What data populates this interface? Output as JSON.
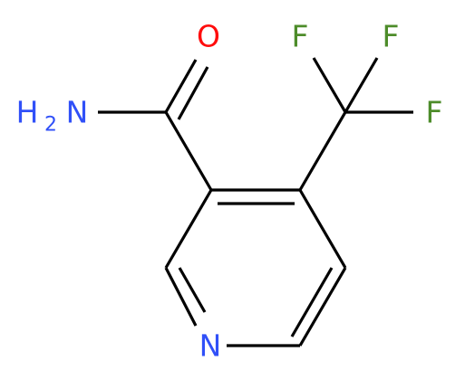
{
  "molecule": {
    "atoms": {
      "oxygen": {
        "label": "O",
        "color": "#ff0d0d"
      },
      "amide_n": {
        "label": "N",
        "subscript": "2",
        "prefix": "H",
        "color": "#3050f8"
      },
      "ring_n": {
        "label": "N",
        "color": "#3050f8"
      },
      "f1": {
        "label": "F",
        "color": "#4d8c2a"
      },
      "f2": {
        "label": "F",
        "color": "#4d8c2a"
      },
      "f3": {
        "label": "F",
        "color": "#4d8c2a"
      }
    },
    "bond_color": "#000000"
  }
}
